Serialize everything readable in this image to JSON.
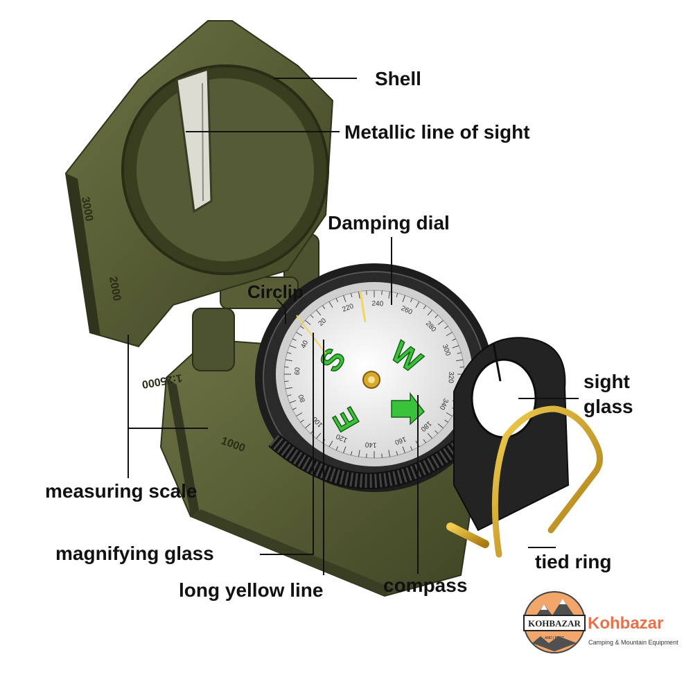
{
  "labels": {
    "shell": "Shell",
    "metallic_line": "Metallic line of sight",
    "damping_dial": "Damping dial",
    "circlip": "Circlip",
    "sight_glass_1": "sight",
    "sight_glass_2": "glass",
    "measuring_scale": "measuring scale",
    "magnifying_glass": "magnifying glass",
    "long_yellow_line": "long yellow line",
    "compass": "compass",
    "tied_ring": "tied ring"
  },
  "dial": {
    "letters": [
      "W",
      "S",
      "E"
    ],
    "numbers": [
      "220",
      "240",
      "260",
      "280",
      "300",
      "320",
      "340",
      "180",
      "160",
      "140",
      "120",
      "100",
      "80",
      "60",
      "40",
      "20"
    ]
  },
  "scale_marks": [
    "3000",
    "2000",
    "1:25000",
    "1000"
  ],
  "brand": {
    "name": "Kohbazar",
    "tagline": "Camping & Mountain Equipment",
    "badge_text": "KOHBAZAR",
    "badge_sub": "AND | BEST"
  },
  "colors": {
    "olive": "#545a34",
    "olive_dark": "#3b3f22",
    "dial_green": "#38c33a",
    "brass": "#d9a92a",
    "brand_orange": "#e8704a"
  },
  "icons": [
    "compass-illustration",
    "mountain-logo-icon"
  ]
}
